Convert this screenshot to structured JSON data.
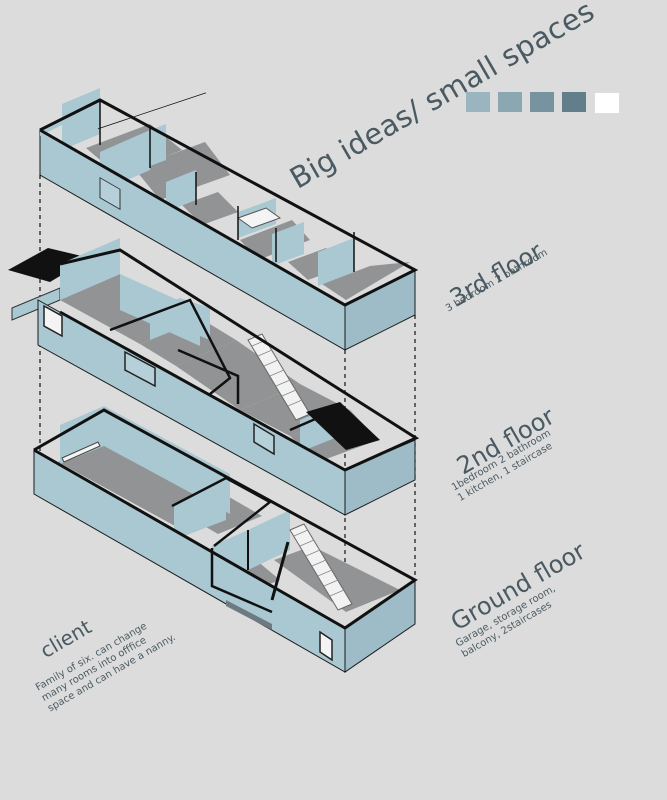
{
  "title": "Big ideas/ small spaces",
  "palette": [
    "#9ab5bf",
    "#8ba7b1",
    "#7893a0",
    "#627e8b",
    "#ffffff"
  ],
  "floors": [
    {
      "name": "3rd floor",
      "details": "3 bedroom 2 bathroom"
    },
    {
      "name": "2nd floor",
      "details": "1bedroom 2 bathroom\n1 kitchen, 1 staircase"
    },
    {
      "name": "Ground floor",
      "details": "Garage, storage room,\nbalcony, 2staircases"
    }
  ],
  "client": {
    "title": "client",
    "description": "Family of six. can change\nmany rooms into offfice\nspace and can have a nanny."
  },
  "colors": {
    "background": "#dcdcdc",
    "wall": "#a9c8d2",
    "floor": "#929394",
    "outline": "#111111",
    "text": "#4a5a62"
  }
}
